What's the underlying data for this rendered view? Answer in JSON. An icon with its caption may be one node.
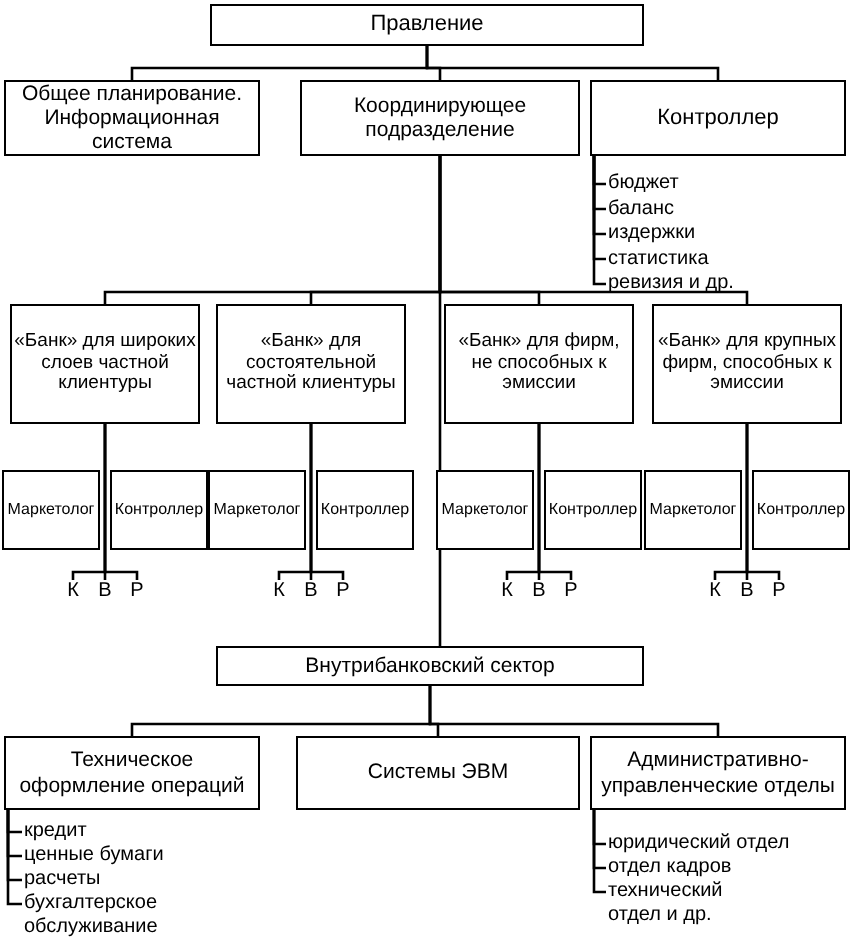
{
  "diagram": {
    "nodes": [
      {
        "text": [
          "Правление"
        ]
      },
      {
        "text": [
          "Общее планирование. Информационная система"
        ]
      },
      {
        "text": [
          "Координирующее подразделение"
        ]
      },
      {
        "text": [
          "Контроллер"
        ]
      },
      {
        "text": [
          "бюджет"
        ]
      },
      {
        "text": [
          "баланс"
        ]
      },
      {
        "text": [
          "издержки"
        ]
      },
      {
        "text": [
          "статистика"
        ]
      },
      {
        "text": [
          "ревизия и др."
        ]
      },
      {
        "text": [
          "«Банк» для широких слоев частной клиентуры"
        ]
      },
      {
        "text": [
          "«Банк» для состоятельной частной клиентуры"
        ]
      },
      {
        "text": [
          "«Банк» для фирм, не способных к эмиссии"
        ]
      },
      {
        "text": [
          "«Банк» для крупных фирм, способных к эмиссии"
        ]
      },
      {
        "text": [
          "Маркетолог"
        ]
      },
      {
        "text": [
          "Контроллер"
        ]
      },
      {
        "text": [
          "К"
        ]
      },
      {
        "text": [
          "В"
        ]
      },
      {
        "text": [
          "Р"
        ]
      },
      {
        "text": [
          "Маркетолог"
        ]
      },
      {
        "text": [
          "Контроллер"
        ]
      },
      {
        "text": [
          "К"
        ]
      },
      {
        "text": [
          "В"
        ]
      },
      {
        "text": [
          "Р"
        ]
      },
      {
        "text": [
          "Маркетолог"
        ]
      },
      {
        "text": [
          "Контроллер"
        ]
      },
      {
        "text": [
          "К"
        ]
      },
      {
        "text": [
          "В"
        ]
      },
      {
        "text": [
          "Р"
        ]
      },
      {
        "text": [
          "Маркетолог"
        ]
      },
      {
        "text": [
          "Контроллер"
        ]
      },
      {
        "text": [
          "К"
        ]
      },
      {
        "text": [
          "В"
        ]
      },
      {
        "text": [
          "Р"
        ]
      },
      {
        "text": [
          "Внутрибанковский сектор"
        ]
      },
      {
        "text": [
          "Техническое оформление операций"
        ]
      },
      {
        "text": [
          "Системы ЭВМ"
        ]
      },
      {
        "text": [
          "Административно-управленческие отделы"
        ]
      },
      {
        "text": [
          "кредит"
        ]
      },
      {
        "text": [
          "ценные бумаги"
        ]
      },
      {
        "text": [
          "расчеты"
        ]
      },
      {
        "text": [
          "бухгалтерское обслуживание"
        ]
      },
      {
        "text": [
          "юридический отдел"
        ]
      },
      {
        "text": [
          "отдел кадров"
        ]
      },
      {
        "text": [
          "технический отдел и др."
        ]
      }
    ],
    "edges": [
      {
        "from": 0,
        "to": 1,
        "arrow": "none"
      },
      {
        "from": 0,
        "to": 2,
        "arrow": "none"
      },
      {
        "from": 0,
        "to": 3,
        "arrow": "none"
      },
      {
        "from": 3,
        "to": 4,
        "arrow": "none"
      },
      {
        "from": 3,
        "to": 5,
        "arrow": "none"
      },
      {
        "from": 3,
        "to": 6,
        "arrow": "none"
      },
      {
        "from": 3,
        "to": 7,
        "arrow": "none"
      },
      {
        "from": 3,
        "to": 8,
        "arrow": "none"
      },
      {
        "from": 2,
        "to": 9,
        "arrow": "none"
      },
      {
        "from": 2,
        "to": 10,
        "arrow": "none"
      },
      {
        "from": 2,
        "to": 11,
        "arrow": "none"
      },
      {
        "from": 2,
        "to": 12,
        "arrow": "none"
      },
      {
        "from": 9,
        "to": 15,
        "arrow": "none"
      },
      {
        "from": 9,
        "to": 16,
        "arrow": "none"
      },
      {
        "from": 9,
        "to": 17,
        "arrow": "none"
      },
      {
        "from": 10,
        "to": 20,
        "arrow": "none"
      },
      {
        "from": 10,
        "to": 21,
        "arrow": "none"
      },
      {
        "from": 10,
        "to": 22,
        "arrow": "none"
      },
      {
        "from": 11,
        "to": 25,
        "arrow": "none"
      },
      {
        "from": 11,
        "to": 26,
        "arrow": "none"
      },
      {
        "from": 11,
        "to": 27,
        "arrow": "none"
      },
      {
        "from": 12,
        "to": 30,
        "arrow": "none"
      },
      {
        "from": 12,
        "to": 31,
        "arrow": "none"
      },
      {
        "from": 12,
        "to": 32,
        "arrow": "none"
      },
      {
        "from": 2,
        "to": 33,
        "arrow": "none"
      },
      {
        "from": 33,
        "to": 34,
        "arrow": "none"
      },
      {
        "from": 33,
        "to": 35,
        "arrow": "none"
      },
      {
        "from": 33,
        "to": 36,
        "arrow": "none"
      },
      {
        "from": 34,
        "to": 37,
        "arrow": "none"
      },
      {
        "from": 34,
        "to": 38,
        "arrow": "none"
      },
      {
        "from": 34,
        "to": 39,
        "arrow": "none"
      },
      {
        "from": 34,
        "to": 40,
        "arrow": "none"
      },
      {
        "from": 36,
        "to": 41,
        "arrow": "none"
      },
      {
        "from": 36,
        "to": 42,
        "arrow": "none"
      },
      {
        "from": 36,
        "to": 43,
        "arrow": "none"
      }
    ]
  }
}
